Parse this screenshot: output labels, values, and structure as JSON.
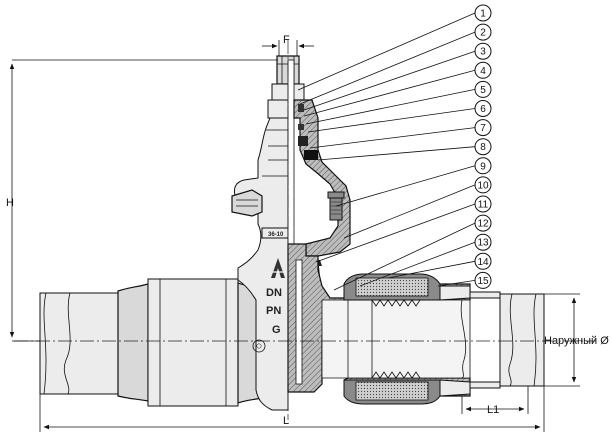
{
  "dimensions": {
    "F": "F",
    "H": "H",
    "L": "L",
    "L1": "L1",
    "outer_diameter": "Наружный Ø"
  },
  "body_marks": {
    "size_code": "36-10",
    "dn": "DN",
    "pn": "PN",
    "g": "G"
  },
  "callouts": [
    "1",
    "2",
    "3",
    "4",
    "5",
    "6",
    "7",
    "8",
    "9",
    "10",
    "11",
    "12",
    "13",
    "14",
    "15"
  ]
}
